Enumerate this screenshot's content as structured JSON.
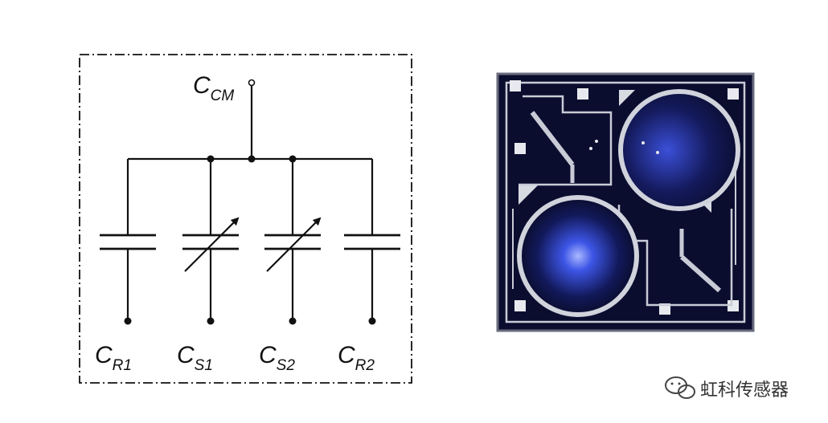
{
  "schematic": {
    "common_node": {
      "letter": "C",
      "sub": "CM"
    },
    "capacitors": [
      {
        "letter": "C",
        "sub": "R1",
        "kind": "fixed"
      },
      {
        "letter": "C",
        "sub": "S1",
        "kind": "variable"
      },
      {
        "letter": "C",
        "sub": "S2",
        "kind": "variable"
      },
      {
        "letter": "C",
        "sub": "R2",
        "kind": "fixed"
      }
    ]
  },
  "watermark": {
    "text": "虹科传感器",
    "icon": "wechat-icon"
  },
  "colors": {
    "line": "#111111",
    "chip_bg": "#0a0d2e",
    "chip_metal": "#c8cbd6",
    "chip_glow": "#3a56ff"
  }
}
